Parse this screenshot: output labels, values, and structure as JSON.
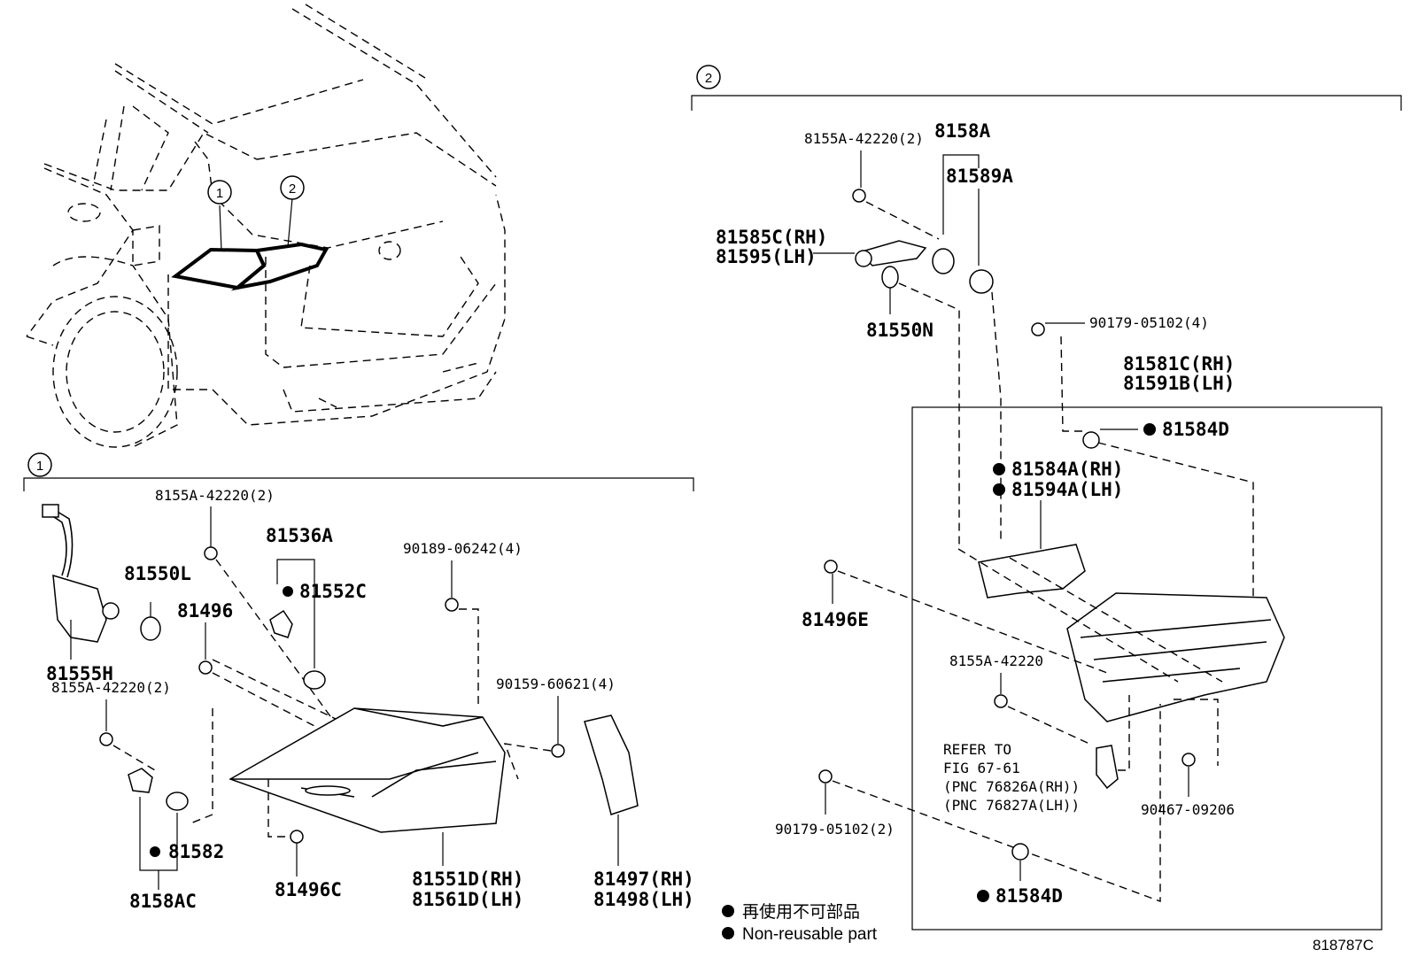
{
  "callouts": {
    "c1": "1",
    "c2": "2"
  },
  "section1": {
    "parts": {
      "p81555H": "81555H",
      "p81550L": "81550L",
      "p8155A_2_top": "8155A-42220(2)",
      "p81536A": "81536A",
      "p81552C": "81552C",
      "p81496": "81496",
      "p8155A_2_low": "8155A-42220(2)",
      "p90189": "90189-06242(4)",
      "p90159": "90159-60621(4)",
      "p81582": "81582",
      "p8158AC": "8158AC",
      "p81496C": "81496C",
      "p81551D": "81551D(RH)",
      "p81561D": "81561D(LH)",
      "p81497": "81497(RH)",
      "p81498": "81498(LH)"
    }
  },
  "section2": {
    "parts": {
      "p8155A_2": "8155A-42220(2)",
      "p8158A": "8158A",
      "p81589A": "81589A",
      "p81585C": "81585C(RH)",
      "p81595": "81595(LH)",
      "p81550N": "81550N",
      "p90179_4": "90179-05102(4)",
      "p81581C": "81581C(RH)",
      "p81591B": "81591B(LH)",
      "p81584D_top": "81584D",
      "p81584A": "81584A(RH)",
      "p81594A": "81594A(LH)",
      "p81496E": "81496E",
      "p8155A": "8155A-42220",
      "refer1": "REFER TO",
      "refer2": "FIG 67-61",
      "refer3": "(PNC 76826A(RH))",
      "refer4": "(PNC 76827A(LH))",
      "p90467": "90467-09206",
      "p90179_2": "90179-05102(2)",
      "p81584D_bot": "81584D"
    }
  },
  "legend": {
    "jp": "再使用不可部品",
    "en": "Non-reusable part"
  },
  "figure_code": "818787C"
}
